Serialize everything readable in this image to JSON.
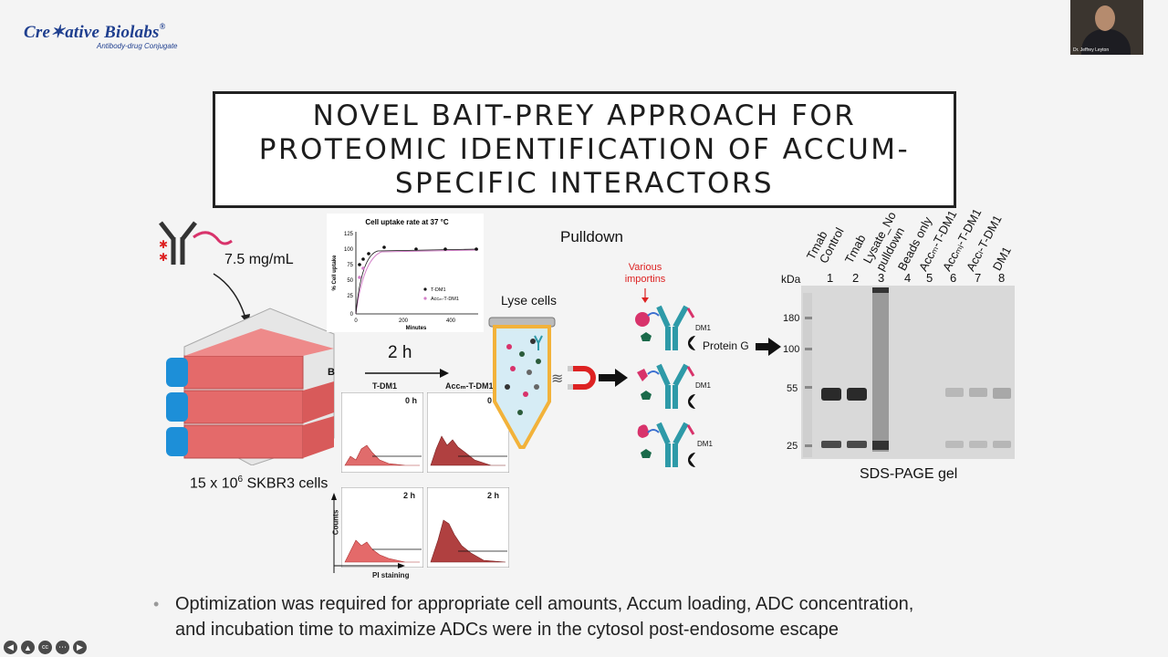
{
  "brand": {
    "logo_text": "Cre✶ative Biolabs",
    "reg_mark": "®",
    "tagline": "Antibody-drug Conjugate"
  },
  "webcam": {
    "name": "Dr. Jeffrey Leyton"
  },
  "slide": {
    "title_line1": "NOVEL BAIT-PREY APPROACH FOR",
    "title_line2": "PROTEOMIC IDENTIFICATION OF ACCUM-",
    "title_line3": "SPECIFIC INTERACTORS",
    "concentration": "7.5 mg/mL",
    "cells": "15 x 10",
    "cells_exp": "6",
    "cells_tail": " SKBR3 cells",
    "time_label": "2 h",
    "panel_letter": "B",
    "pulldown": "Pulldown",
    "lyse_cells": "Lyse cells",
    "various_importins": "Various importins",
    "protein_g": "Protein G",
    "dm1_label": "DM1",
    "sds_page": "SDS-PAGE gel",
    "bullet_line1": "Optimization was required for appropriate cell amounts, Accum loading, ADC concentration,",
    "bullet_line2": "and incubation time to maximize ADCs were in the cytosol post-endosome escape"
  },
  "uptake_chart": {
    "title": "Cell uptake rate at 37 °C",
    "xlabel": "Minutes",
    "ylabel": "% Cell uptake",
    "y_ticks": [
      "125",
      "100",
      "75",
      "50",
      "25",
      "0"
    ],
    "x_ticks": [
      "0",
      "200",
      "400"
    ],
    "legend": [
      "T-DM1",
      "Accₘ-T-DM1"
    ]
  },
  "histograms": {
    "col1": "T-DM1",
    "col2": "Accₘ-T-DM1",
    "t0": "0 h",
    "t2": "2 h",
    "ylabel": "Counts",
    "xlabel": "PI staining"
  },
  "gel": {
    "kda_label": "kDa",
    "markers": [
      "180",
      "100",
      "55",
      "25"
    ],
    "lanes": [
      {
        "label": "Tmab",
        "num": "1"
      },
      {
        "label": "Control",
        "num": ""
      },
      {
        "label": "Tmab",
        "num": "2"
      },
      {
        "label": "Lysate_No",
        "num": "3"
      },
      {
        "label": "pulldown",
        "num": ""
      },
      {
        "label": "Beads only",
        "num": "4"
      },
      {
        "label": "Accₘ-T-DM1",
        "num": "5"
      },
      {
        "label": "Accₘᵢ-T-DM1",
        "num": "6"
      },
      {
        "label": "Accₗ-T-DM1",
        "num": "7"
      },
      {
        "label": "DM1",
        "num": "8"
      }
    ]
  },
  "colors": {
    "brand_blue": "#1f3f8f",
    "flask_red": "#e46a6a",
    "cap_blue": "#1d8fd8",
    "antibody_teal": "#2e9aa8",
    "accent_pink": "#d8336b"
  }
}
